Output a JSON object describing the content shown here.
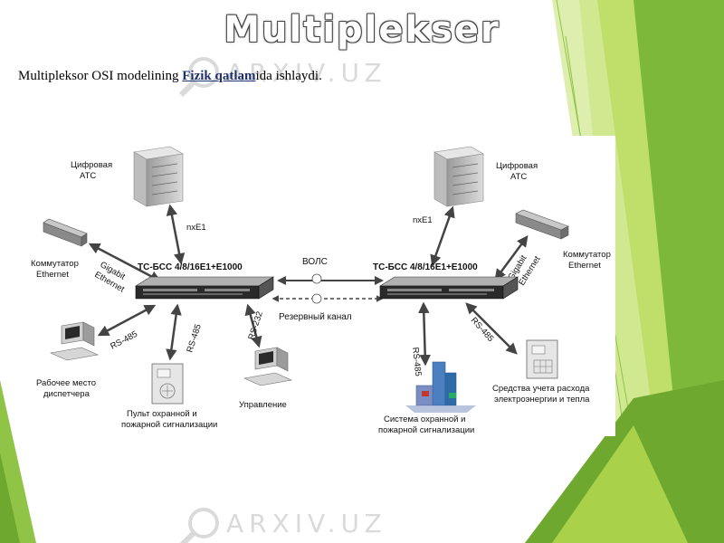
{
  "slide": {
    "title": "Multiplekser",
    "subtitle_before": "Multipleksor OSI modelining ",
    "subtitle_link": "Fizik qatlam",
    "subtitle_after": "ida ishlaydi."
  },
  "watermark": {
    "text": "ARXIV.UZ"
  },
  "diagram": {
    "left": {
      "mux_label": "ТС-БСС 4/8/16Е1+Е1000",
      "ats_label_1": "Цифровая",
      "ats_label_2": "АТС",
      "nxe1": "nxE1",
      "switch_label_1": "Коммутатор",
      "switch_label_2": "Ethernet",
      "gigabit_1": "Gigabit",
      "gigabit_2": "Ethernet",
      "rs485_a": "RS-485",
      "rs485_b": "RS-485",
      "rs232": "RS-232",
      "workstation_1": "Рабочее место",
      "workstation_2": "диспетчера",
      "panel_1": "Пульт охранной и",
      "panel_2": "пожарной сигнализации",
      "control": "Управление"
    },
    "middle": {
      "vols": "ВОЛС",
      "reserve": "Резервный канал"
    },
    "right": {
      "mux_label": "ТС-БСС 4/8/16Е1+Е1000",
      "ats_label_1": "Цифровая",
      "ats_label_2": "АТС",
      "nxe1": "nxE1",
      "switch_label_1": "Коммутатор",
      "switch_label_2": "Ethernet",
      "gigabit_1": "Gigabit",
      "gigabit_2": "Ethernet",
      "rs485_a": "RS-485",
      "rs485_b": "RS-485",
      "system_1": "Система охранной и",
      "system_2": "пожарной сигнализации",
      "meter_1": "Средства учета расхода",
      "meter_2": "электроэнергии и тепла"
    }
  },
  "colors": {
    "green_light": "#a9d24a",
    "green_dark": "#6fa82e",
    "link": "#1f2f6b"
  }
}
